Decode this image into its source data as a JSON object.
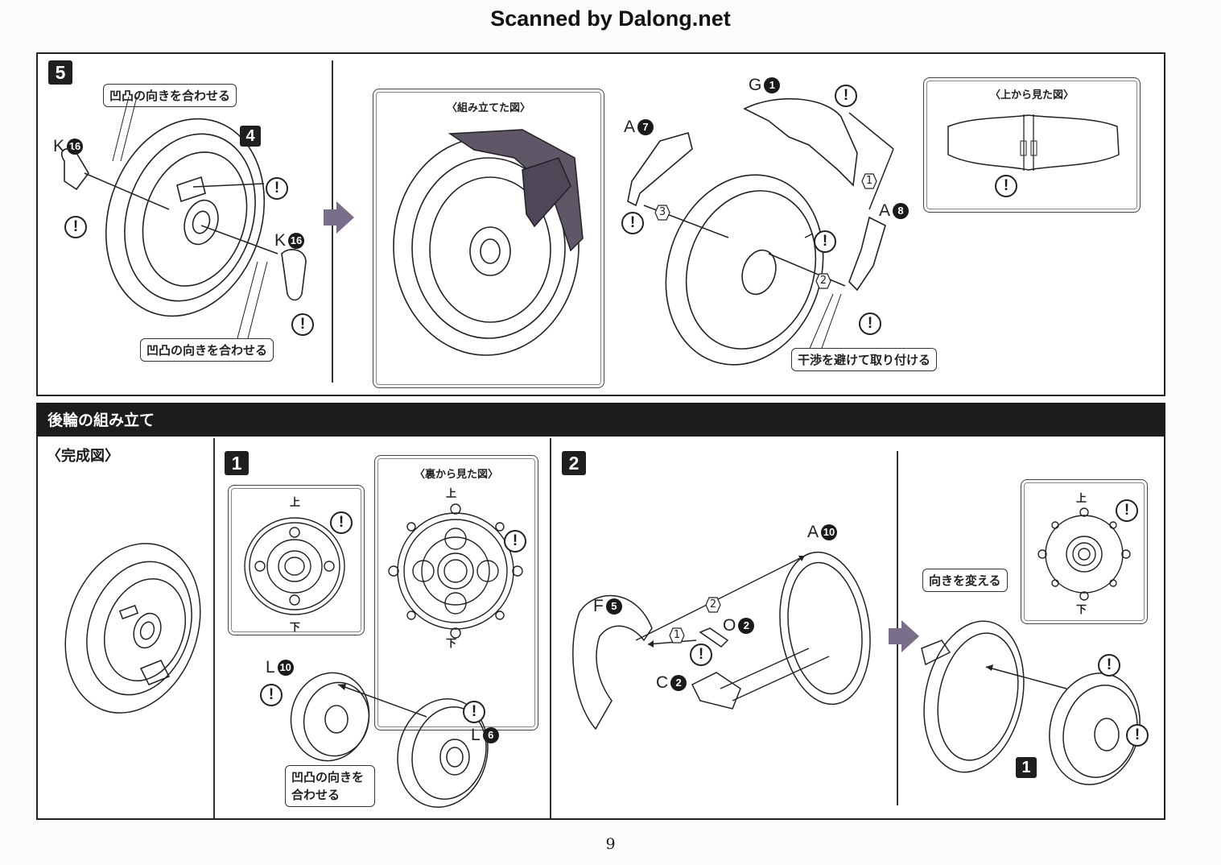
{
  "scan_banner": "Scanned by Dalong.net",
  "page_number": "9",
  "colors": {
    "ink": "#1a1a1a",
    "section_bar": "#1c1c1c",
    "arrow_gray": "#7a6f8a",
    "fender_fill": "#5f5668"
  },
  "step5": {
    "badge": "5",
    "sub_badge": "4",
    "callout_top": "凹凸の向きを合わせる",
    "callout_bottom": "凹凸の向きを合わせる",
    "parts": [
      {
        "letter": "K",
        "number": "16"
      },
      {
        "letter": "K",
        "number": "16"
      }
    ],
    "assembled_view_title": "〈組み立てた図〉",
    "top_view_title": "〈上から見た図〉",
    "fender_parts": [
      {
        "letter": "G",
        "number": "1"
      },
      {
        "letter": "A",
        "number": "7"
      },
      {
        "letter": "A",
        "number": "8"
      }
    ],
    "order_markers": [
      "1",
      "2",
      "3"
    ],
    "callout_interference": "干渉を避けて取り付ける"
  },
  "rear_wheel": {
    "section_title": "後輪の組み立て",
    "completed_title": "〈完成図〉",
    "step1": {
      "badge": "1",
      "inset_front": {
        "top": "上",
        "bottom": "下"
      },
      "inset_back": {
        "title": "〈裏から見た図〉",
        "top": "上",
        "bottom": "下"
      },
      "parts": [
        {
          "letter": "L",
          "number": "10"
        },
        {
          "letter": "L",
          "number": "6"
        }
      ],
      "callout": "凹凸の向きを合わせる"
    },
    "step2": {
      "badge": "2",
      "parts": [
        {
          "letter": "A",
          "number": "10"
        },
        {
          "letter": "F",
          "number": "5"
        },
        {
          "letter": "O",
          "number": "2"
        },
        {
          "letter": "C",
          "number": "2"
        }
      ],
      "order_markers": [
        "1",
        "2"
      ],
      "inset": {
        "top": "上",
        "bottom": "下"
      },
      "callout": "向きを変える",
      "ref_badge": "1"
    }
  },
  "warning_glyph": "!"
}
